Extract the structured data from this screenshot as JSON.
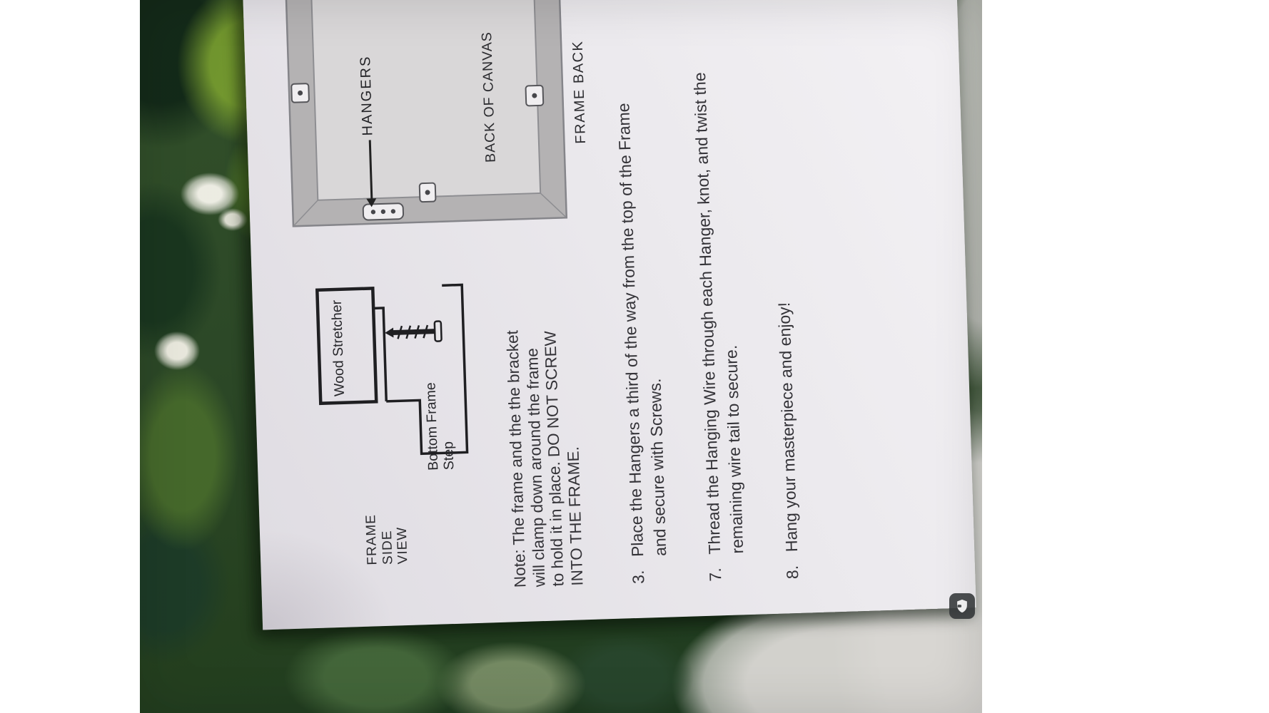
{
  "paper": {
    "frame_back": {
      "hangers_label": "HANGERS",
      "canvas_label": "BACK OF CANVAS",
      "caption": "FRAME BACK"
    },
    "side_view": {
      "title_line1": "FRAME",
      "title_line2": "SIDE",
      "title_line3": "VIEW",
      "wood_stretcher": "Wood Stretcher",
      "bottom_frame_line1": "Bottom Frame",
      "bottom_frame_line2": "Step"
    },
    "note": {
      "line1": "Note: The frame and the the bracket",
      "line2": "will clamp down around the frame",
      "line3": "to hold it in place. DO NOT SCREW",
      "line4": "INTO THE FRAME."
    },
    "steps": [
      {
        "number": "3.",
        "line1": "Place the Hangers a third of the way from the top of the Frame",
        "line2": "and secure with Screws."
      },
      {
        "number": "7.",
        "line1": "Thread the Hanging Wire through each Hanger, knot, and twist the",
        "line2": "remaining wire tail to secure."
      },
      {
        "number": "8.",
        "line1": "Hang your masterpiece and enjoy!"
      }
    ]
  },
  "colors": {
    "paper": "#ebe9ed",
    "ink": "#323136",
    "frame_gray": "#b4b2b3",
    "canvas_back_gray": "#d9d7d8",
    "painting_green_dark": "#25401f",
    "painting_green_bright": "#7aa030",
    "watermark_bg": "#34383a"
  }
}
